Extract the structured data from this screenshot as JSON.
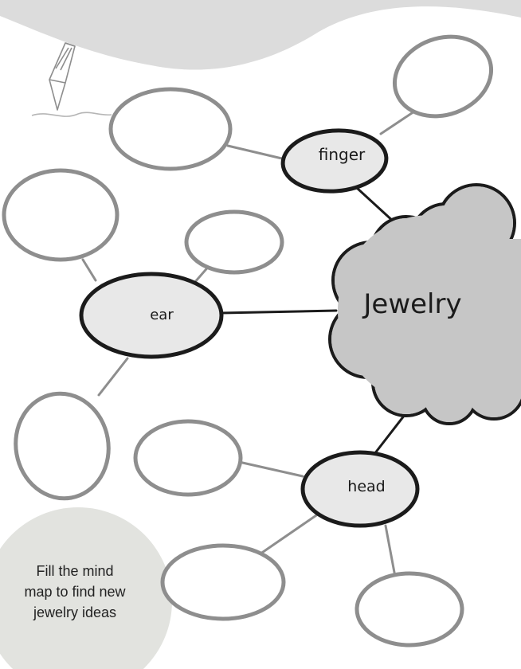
{
  "diagram": {
    "center_label": "Jewelry",
    "topics": [
      {
        "id": "finger",
        "label": "finger"
      },
      {
        "id": "ear",
        "label": "ear"
      },
      {
        "id": "head",
        "label": "head"
      }
    ],
    "blank_nodes": 8
  },
  "instructions": {
    "line1": "Fill the mind",
    "line2": "map to find new",
    "line3": "jewelry ideas"
  },
  "colors": {
    "background": "#ffffff",
    "banner": "#dcdcdc",
    "cloud": "#c6c6c6",
    "topic_fill": "#e8e8e8",
    "outline_dark": "#1b1b1b",
    "outline_light": "#8e8e8e",
    "corner_circle": "#e2e3df"
  },
  "icons": [
    "pencil-icon"
  ]
}
